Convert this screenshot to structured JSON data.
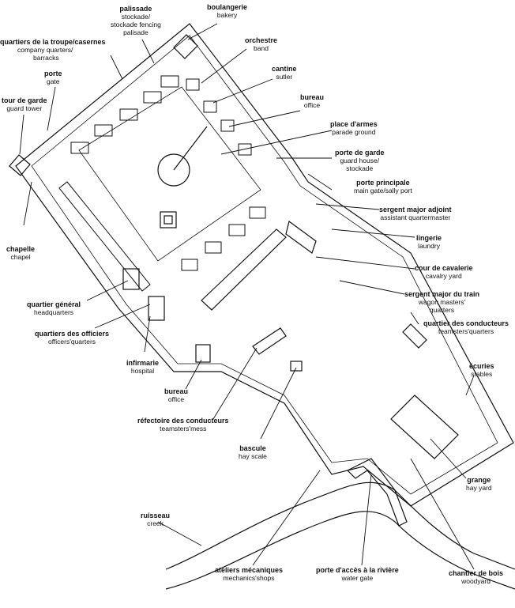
{
  "labels": {
    "boulangerie": {
      "fr": "boulangerie",
      "en": "bakery"
    },
    "palissade": {
      "fr": "palissade",
      "en1": "stockade/",
      "en2": "stockade fencing",
      "en3": "palisade"
    },
    "quartiers_troupe": {
      "fr": "quartiers de la troupe/casernes",
      "en1": "company quarters/",
      "en2": "barracks"
    },
    "porte": {
      "fr": "porte",
      "en": "gate"
    },
    "tour_de_garde": {
      "fr": "tour de garde",
      "en": "guard tower"
    },
    "orchestre": {
      "fr": "orchestre",
      "en": "band"
    },
    "cantine": {
      "fr": "cantine",
      "en": "sutler"
    },
    "bureau_top": {
      "fr": "bureau",
      "en": "office"
    },
    "place_armes": {
      "fr": "place d'armes",
      "en": "parade ground"
    },
    "porte_garde": {
      "fr": "porte de garde",
      "en1": "guard house/",
      "en2": "stockade"
    },
    "porte_principale": {
      "fr": "porte principale",
      "en": "main gate/sally port"
    },
    "sergent_major": {
      "fr": "sergent major adjoint",
      "en": "assistant quartermaster"
    },
    "lingerie": {
      "fr": "lingerie",
      "en": "laundry"
    },
    "cour_cavalerie": {
      "fr": "cour de cavalerie",
      "en": "cavalry yard"
    },
    "sergent_train": {
      "fr": "sergent major du train",
      "en1": "wagon masters'",
      "en2": "quarters"
    },
    "quartier_conducteurs": {
      "fr": "quartier des conducteurs",
      "en": "teamsters'quarters"
    },
    "chapelle": {
      "fr": "chapelle",
      "en": "chapel"
    },
    "quartier_general": {
      "fr": "quartier général",
      "en": "headquarters"
    },
    "quartiers_officiers": {
      "fr": "quartiers des officiers",
      "en": "officers'quarters"
    },
    "infirmerie": {
      "fr": "infirmarie",
      "en": "hospital"
    },
    "bureau_bottom": {
      "fr": "bureau",
      "en": "office"
    },
    "refectoire": {
      "fr": "réfectoire des conducteurs",
      "en": "teamsters'mess"
    },
    "ecuries": {
      "fr": "écuries",
      "en": "stables"
    },
    "bascule": {
      "fr": "bascule",
      "en": "hay scale"
    },
    "grange": {
      "fr": "grange",
      "en": "hay yard"
    },
    "ruisseau": {
      "fr": "ruisseau",
      "en": "creek"
    },
    "ateliers": {
      "fr": "ateliers mécaniques",
      "en": "mechanics'shops"
    },
    "porte_riviere": {
      "fr": "porte d'accès à la rivière",
      "en": "water gate"
    },
    "chantier_bois": {
      "fr": "chantier de bois",
      "en": "woodyard"
    }
  }
}
